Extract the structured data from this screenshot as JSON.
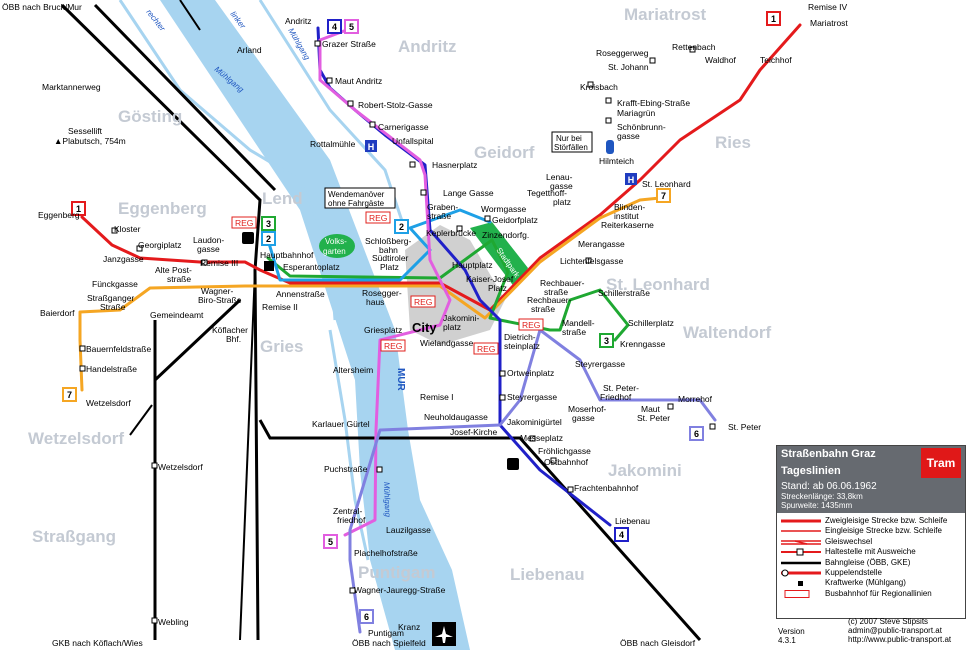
{
  "title": "Straßenbahn Graz",
  "subtitle": "Tageslinien",
  "logo": "Tram",
  "stand": "Stand: ab 06.06.1962",
  "strecke": "Streckenlänge: 33,8km",
  "spurweite": "Spurweite: 1435mm",
  "legend": [
    {
      "label": "Zweigleisige Strecke bzw. Schleife",
      "color": "#e41a1c",
      "kind": "double"
    },
    {
      "label": "Eingleisige Strecke bzw. Schleife",
      "color": "#e41a1c",
      "kind": "single"
    },
    {
      "label": "Gleiswechsel",
      "color": "#e41a1c",
      "kind": "switch"
    },
    {
      "label": "Haltestelle mit Ausweiche",
      "color": "#e41a1c",
      "kind": "siding"
    },
    {
      "label": "Bahngleise (ÖBB, GKE)",
      "color": "#000000",
      "kind": "rail"
    },
    {
      "label": "Kuppelendstelle",
      "color": "#e41a1c",
      "kind": "coupling"
    },
    {
      "label": "Kraftwerke (Mühlgang)",
      "color": "#000000",
      "kind": "power"
    },
    {
      "label": "Busbahnhof für Regionallinien",
      "color": "#e41a1c",
      "kind": "reg"
    }
  ],
  "credits": {
    "copyright": "(c) 2007 Steve Stipsits",
    "email": "admin@public-transport.at",
    "url": "http://www.public-transport.at",
    "version": "Version 4.3.1"
  },
  "districts": [
    "Mariatrost",
    "Andritz",
    "Gösting",
    "Geidorf",
    "Ries",
    "Lend",
    "Eggenberg",
    "St. Leonhard",
    "Waltendorf",
    "Gries",
    "Wetzelsdorf",
    "Jakomini",
    "Straßgang",
    "Puntigam",
    "Liebenau"
  ],
  "rail_labels": [
    "ÖBB nach Bruck/Mur",
    "GKB nach Köflach/Wies",
    "ÖBB nach Spielfeld",
    "ÖBB nach Gleisdorf",
    "Köflacher Bhf.",
    "Hauptbahnhof"
  ],
  "rivers": [
    "rechter",
    "linker",
    "Mühlgang",
    "Mühlgang",
    "Mühlgang",
    "MUR"
  ],
  "annotations": [
    "Nur bei Störfällen",
    "Wendemanöver ohne Fahrgäste",
    "Sessellift Plabutsch, 754m",
    "Marktannerweg",
    "Stadtpark",
    "Volksgarten",
    "City",
    "Arland"
  ],
  "stops": {
    "north": [
      "Andritz",
      "Grazer Straße",
      "Maut Andritz",
      "Robert-Stolz-Gasse",
      "Carnerigasse",
      "Unfallspital",
      "Rottalmühle",
      "Hasnerplatz",
      "Lange Gasse"
    ],
    "center": [
      "Graben-straße",
      "Wormgasse",
      "Geidorfplatz",
      "Keplerbrücke",
      "Zinzendorfg.",
      "Schloßberg-bahn",
      "Hauptplatz",
      "Südtiroler Platz",
      "Kaiser-Josef Platz",
      "Rosegger-haus",
      "Jakomini-platz",
      "Griesplatz",
      "Wielandgasse",
      "Dietrich-steinplatz",
      "Stadtpark"
    ],
    "west": [
      "Eggenberg",
      "Kloster",
      "Janzgasse",
      "Georgiplatz",
      "Laudon-gasse",
      "Remise III",
      "Esperantoplatz",
      "Alte Post-straße",
      "Fünckgasse",
      "Wagner-Biro-Straße",
      "Annenstraße",
      "Remise II",
      "Straßganger Straße",
      "Baierdorf",
      "Gemeindeamt",
      "Bauernfeldstraße",
      "Handelstraße",
      "Wetzelsdorf"
    ],
    "east": [
      "Mariatrost",
      "Remise IV",
      "Teichhof",
      "Waldhof",
      "Rettenbach",
      "Roseggerweg",
      "St. Johann",
      "Kroisbach",
      "Krafft-Ebing-Straße",
      "Mariagrün",
      "Schönbrunn-gasse",
      "Hilmteich",
      "Lenau-gasse",
      "Tegetthoff-platz",
      "Blinden-institut",
      "Reiterkaserne",
      "St. Leonhard",
      "Merangasse",
      "Lichtenfelsgasse",
      "Rechbauer-straße",
      "Schillerstraße",
      "Mandell-straße",
      "Schillerplatz",
      "Krenngasse"
    ],
    "south": [
      "Ortweinplatz",
      "Steyrergasse",
      "Remise I",
      "Neuholdaugasse",
      "Josef-Kirche",
      "Jakominigürtel",
      "Messeplatz",
      "Fröhlichgasse",
      "Ostbahnhof",
      "Frachtenbahnhof",
      "Liebenau",
      "Steyrergasse",
      "St. Peter-Friedhof",
      "Moserhof-gasse",
      "Maut St. Peter",
      "Morrehof",
      "St. Peter",
      "Altersheim",
      "Karlauer Gürtel",
      "Puchstraße",
      "Zentral-friedhof",
      "Lauzilgasse",
      "Plachelhofstraße",
      "Wagner-Jauregg-Straße",
      "Puntigam",
      "Kranz",
      "Webling",
      "Wetzelsdorf"
    ]
  },
  "lines": [
    {
      "id": "1",
      "color": "#e41a1c",
      "terminals": [
        "Eggenberg",
        "Mariatrost"
      ]
    },
    {
      "id": "2",
      "color": "#1ea0e6",
      "terminals": [
        "Hauptbahnhof",
        "Hasnerplatz"
      ]
    },
    {
      "id": "3",
      "color": "#1fa832",
      "terminals": [
        "Hauptbahnhof",
        "Krenngasse"
      ]
    },
    {
      "id": "4",
      "color": "#2020c8",
      "terminals": [
        "Andritz",
        "Liebenau"
      ]
    },
    {
      "id": "5",
      "color": "#e25ee0",
      "terminals": [
        "Andritz",
        "Zentralfriedhof"
      ]
    },
    {
      "id": "6",
      "color": "#8080e0",
      "terminals": [
        "Puntigam",
        "St. Peter"
      ]
    },
    {
      "id": "7",
      "color": "#f5a623",
      "terminals": [
        "Wetzelsdorf",
        "St. Leonhard"
      ]
    }
  ],
  "colors": {
    "river": "#a7d4f0",
    "river_edge": "#1f56c0",
    "stadtpark": "#22b14c",
    "city_area": "#c8c8c8",
    "reg": "#e0201c"
  }
}
